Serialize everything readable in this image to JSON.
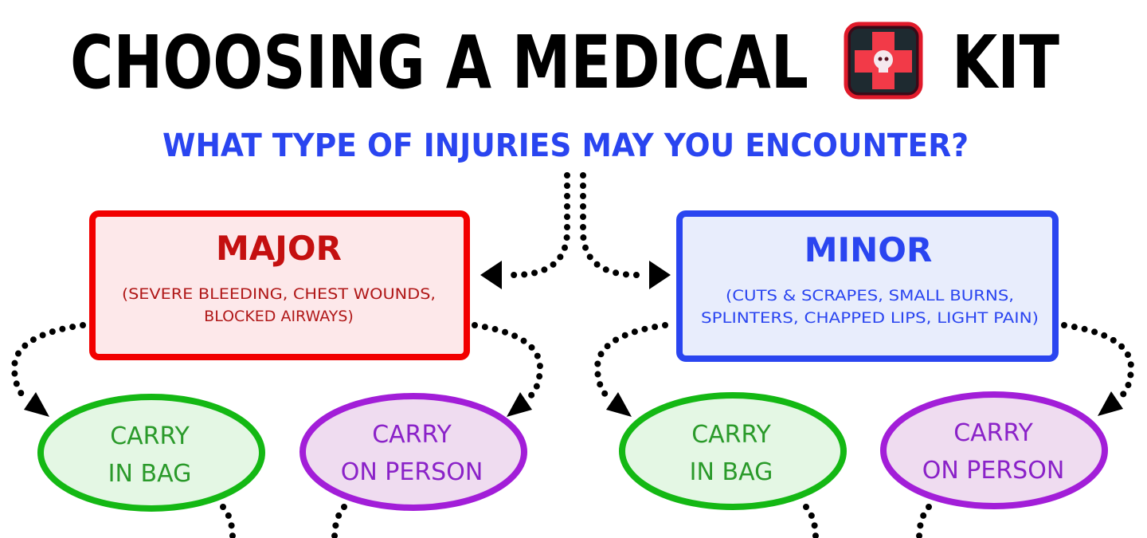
{
  "title": {
    "part1": "CHOOSING A MEDICAL",
    "part2": "KIT",
    "logo": "medical-cross-skull-patch"
  },
  "subtitle": "WHAT TYPE OF INJURIES MAY YOU ENCOUNTER?",
  "major": {
    "heading": "MAJOR",
    "line1": "(SEVERE BLEEDING, CHEST WOUNDS,",
    "line2": "BLOCKED AIRWAYS)"
  },
  "minor": {
    "heading": "MINOR",
    "line1": "(CUTS & SCRAPES, SMALL BURNS,",
    "line2": "SPLINTERS, CHAPPED LIPS, LIGHT PAIN)"
  },
  "options": {
    "major_bag": {
      "line1": "CARRY",
      "line2": "IN BAG"
    },
    "major_person": {
      "line1": "CARRY",
      "line2": "ON PERSON"
    },
    "minor_bag": {
      "line1": "CARRY",
      "line2": "IN BAG"
    },
    "minor_person": {
      "line1": "CARRY",
      "line2": "ON PERSON"
    }
  },
  "colors": {
    "red": "#f20000",
    "blue": "#2a45f0",
    "green": "#14b814",
    "purple": "#a21ed8"
  }
}
